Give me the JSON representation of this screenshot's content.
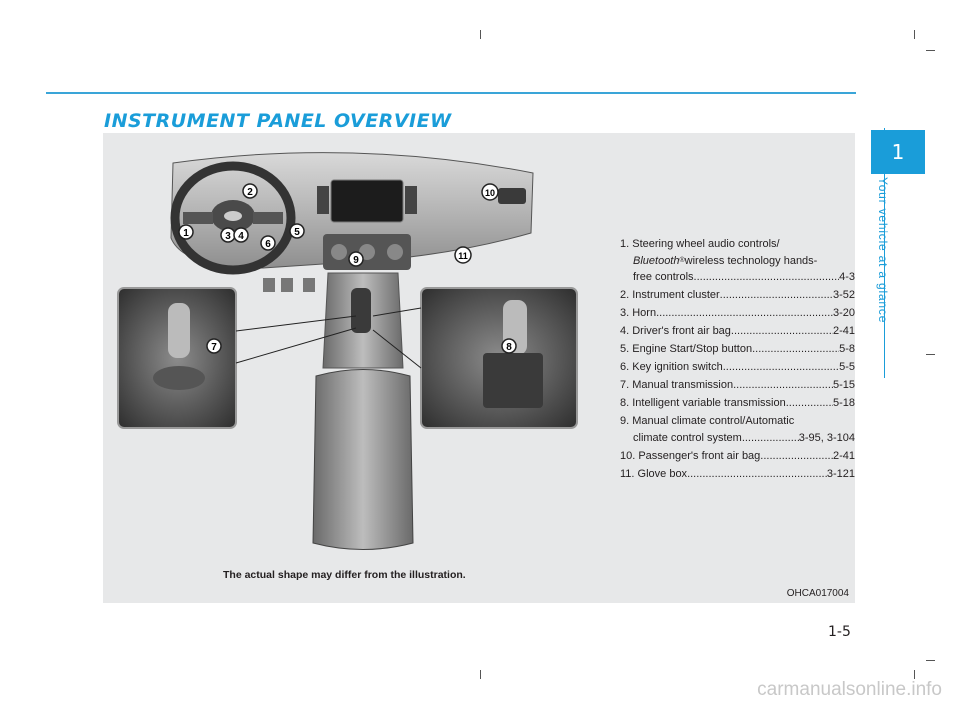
{
  "section_title": "INSTRUMENT PANEL OVERVIEW",
  "figure_code": "OHCA017004",
  "figure_note": "The actual shape may differ from the illustration.",
  "callouts": [
    "1",
    "2",
    "3",
    "4",
    "5",
    "6",
    "7",
    "8",
    "9",
    "10",
    "11"
  ],
  "items": [
    {
      "label": "1. Steering wheel audio controls/",
      "cont_pre_italic": "Bluetooth",
      "cont_sup": "®",
      "cont_after": " wireless technology hands-",
      "cont2_label": "free controls",
      "page": "4-3"
    },
    {
      "label": "2. Instrument cluster ",
      "page": "3-52"
    },
    {
      "label": "3. Horn",
      "page": "3-20"
    },
    {
      "label": "4. Driver's front air bag ",
      "page": "2-41"
    },
    {
      "label": "5. Engine Start/Stop button ",
      "page": "5-8"
    },
    {
      "label": "6. Key ignition switch ",
      "page": "5-5"
    },
    {
      "label": "7. Manual transmission",
      "page": "5-15"
    },
    {
      "label": "8. Intelligent variable transmission ",
      "page": "5-18"
    },
    {
      "label": "9. Manual climate control/Automatic",
      "cont_label": "climate control system ",
      "page": "3-95, 3-104"
    },
    {
      "label": "10. Passenger's front air bag",
      "page": "2-41"
    },
    {
      "label": "11. Glove box ",
      "page": "3-121"
    }
  ],
  "dots": "......................................................................................",
  "chapter_tab": "1",
  "side_label": "Your vehicle at a glance",
  "page_number": "1-5",
  "watermark": "carmanualsonline.info"
}
